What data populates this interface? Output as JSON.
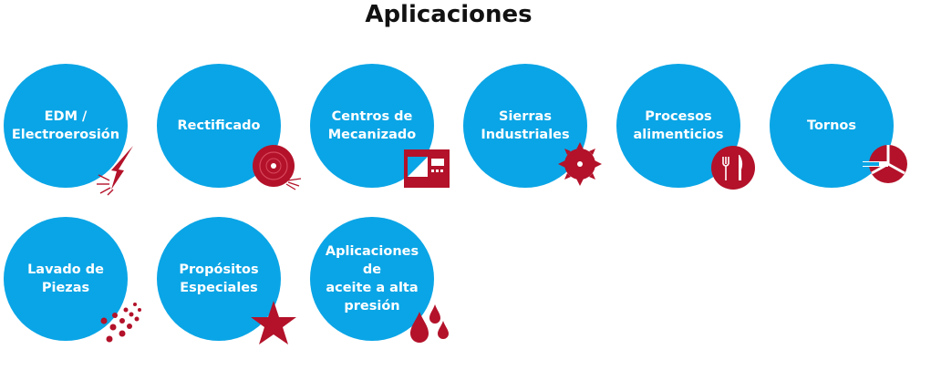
{
  "page": {
    "title": "Aplicaciones"
  },
  "colors": {
    "circle": "#0aa5e6",
    "accent": "#b3122a",
    "text": "#ffffff",
    "title": "#111111"
  },
  "applications": [
    {
      "label": "EDM /\nElectroerosión",
      "icon": "lightning-spark-icon"
    },
    {
      "label": "Rectificado",
      "icon": "grinding-wheel-icon"
    },
    {
      "label": "Centros de\nMecanizado",
      "icon": "machining-center-icon"
    },
    {
      "label": "Sierras\nIndustriales",
      "icon": "saw-blade-icon"
    },
    {
      "label": "Procesos\nalimenticios",
      "icon": "fork-knife-plate-icon"
    },
    {
      "label": "Tornos",
      "icon": "lathe-chuck-icon"
    },
    {
      "label": "Lavado de\nPiezas",
      "icon": "wash-droplets-icon"
    },
    {
      "label": "Propósitos\nEspeciales",
      "icon": "star-icon"
    },
    {
      "label": "Aplicaciones\nde\naceite a alta\npresión",
      "icon": "oil-drops-icon"
    }
  ]
}
